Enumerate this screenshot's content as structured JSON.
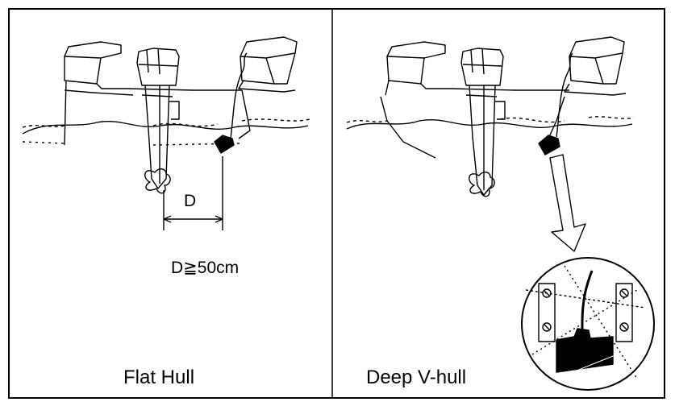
{
  "panels": {
    "flat": {
      "title": "Flat Hull",
      "dimension_label": "D",
      "condition": "D≧50cm"
    },
    "deep": {
      "title": "Deep V-hull"
    }
  },
  "colors": {
    "line": "#000000",
    "background": "#ffffff"
  }
}
